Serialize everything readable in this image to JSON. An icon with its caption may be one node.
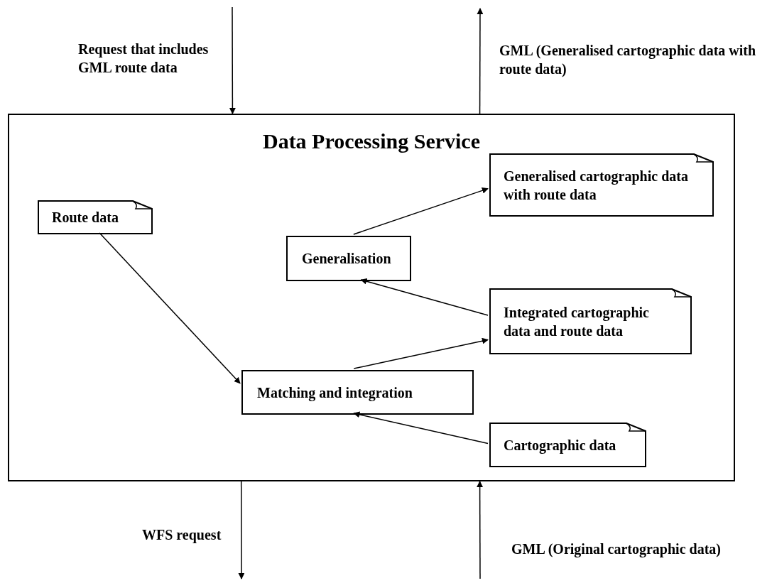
{
  "diagram": {
    "nodes": [
      {
        "text": [
          "Data Processing Service"
        ]
      },
      {
        "text": [
          "Route data"
        ],
        "in": 0
      },
      {
        "text": [
          "Generalisation"
        ],
        "in": 0
      },
      {
        "text": [
          "Generalised cartographic data with route data"
        ],
        "in": 0
      },
      {
        "text": [
          "Integrated cartographic data and route data"
        ],
        "in": 0
      },
      {
        "text": [
          "Matching and integration"
        ],
        "in": 0
      },
      {
        "text": [
          "Cartographic data"
        ],
        "in": 0
      }
    ],
    "edges": [
      {
        "from": 1,
        "to": 5,
        "arrow": "to"
      },
      {
        "from": 5,
        "to": 4,
        "arrow": "to"
      },
      {
        "from": 4,
        "to": 2,
        "arrow": "to"
      },
      {
        "from": 2,
        "to": 3,
        "arrow": "to"
      },
      {
        "from": 6,
        "to": 5,
        "arrow": "to"
      },
      {
        "from": null,
        "to": 0,
        "arrow": "to",
        "label": "Request that includes GML route data"
      },
      {
        "from": 0,
        "to": null,
        "arrow": "to",
        "label": "GML (Generalised cartographic data with route data)"
      },
      {
        "from": 0,
        "to": null,
        "arrow": "to",
        "label": "WFS request"
      },
      {
        "from": null,
        "to": 0,
        "arrow": "to",
        "label": "GML (Original cartographic data)"
      }
    ]
  }
}
